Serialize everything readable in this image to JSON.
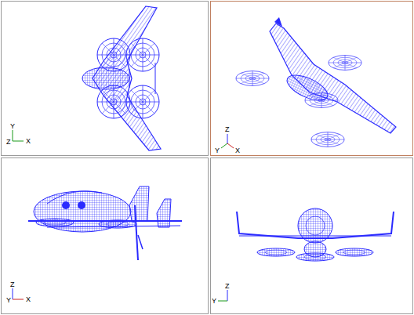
{
  "diagram": {
    "labels": [
      "Y",
      "Z",
      "X",
      "Z",
      "Y",
      "X",
      "Z",
      "Y",
      "X",
      "Z",
      "Y"
    ]
  }
}
